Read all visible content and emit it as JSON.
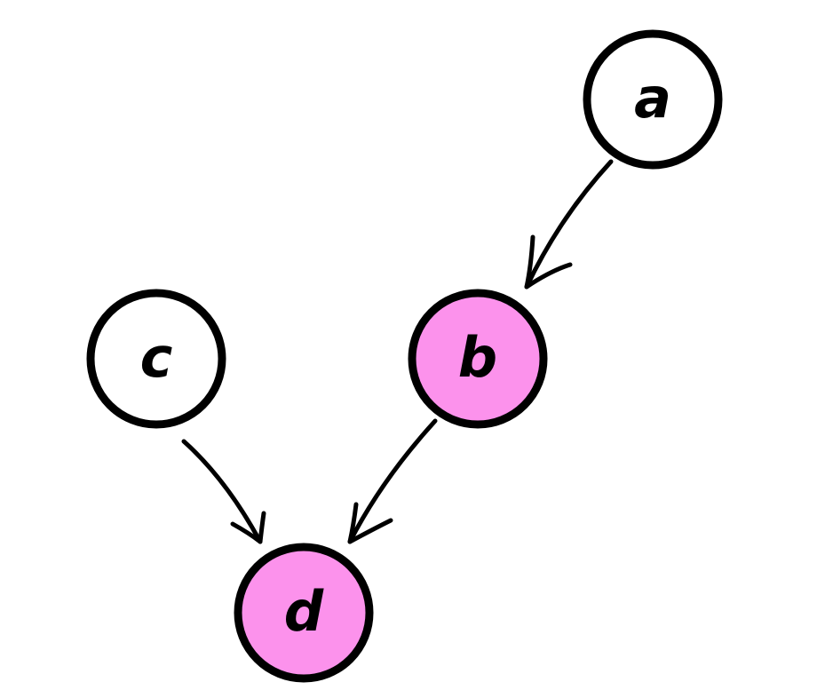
{
  "nodes": [
    {
      "id": "a",
      "label": "a",
      "highlighted": false
    },
    {
      "id": "b",
      "label": "b",
      "highlighted": true
    },
    {
      "id": "c",
      "label": "c",
      "highlighted": false
    },
    {
      "id": "d",
      "label": "d",
      "highlighted": true
    }
  ],
  "edges": [
    {
      "from": "a",
      "to": "b"
    },
    {
      "from": "c",
      "to": "d"
    },
    {
      "from": "b",
      "to": "d"
    }
  ],
  "colors": {
    "highlight": "#fc92ec",
    "stroke": "#000000",
    "plain": "#ffffff"
  }
}
